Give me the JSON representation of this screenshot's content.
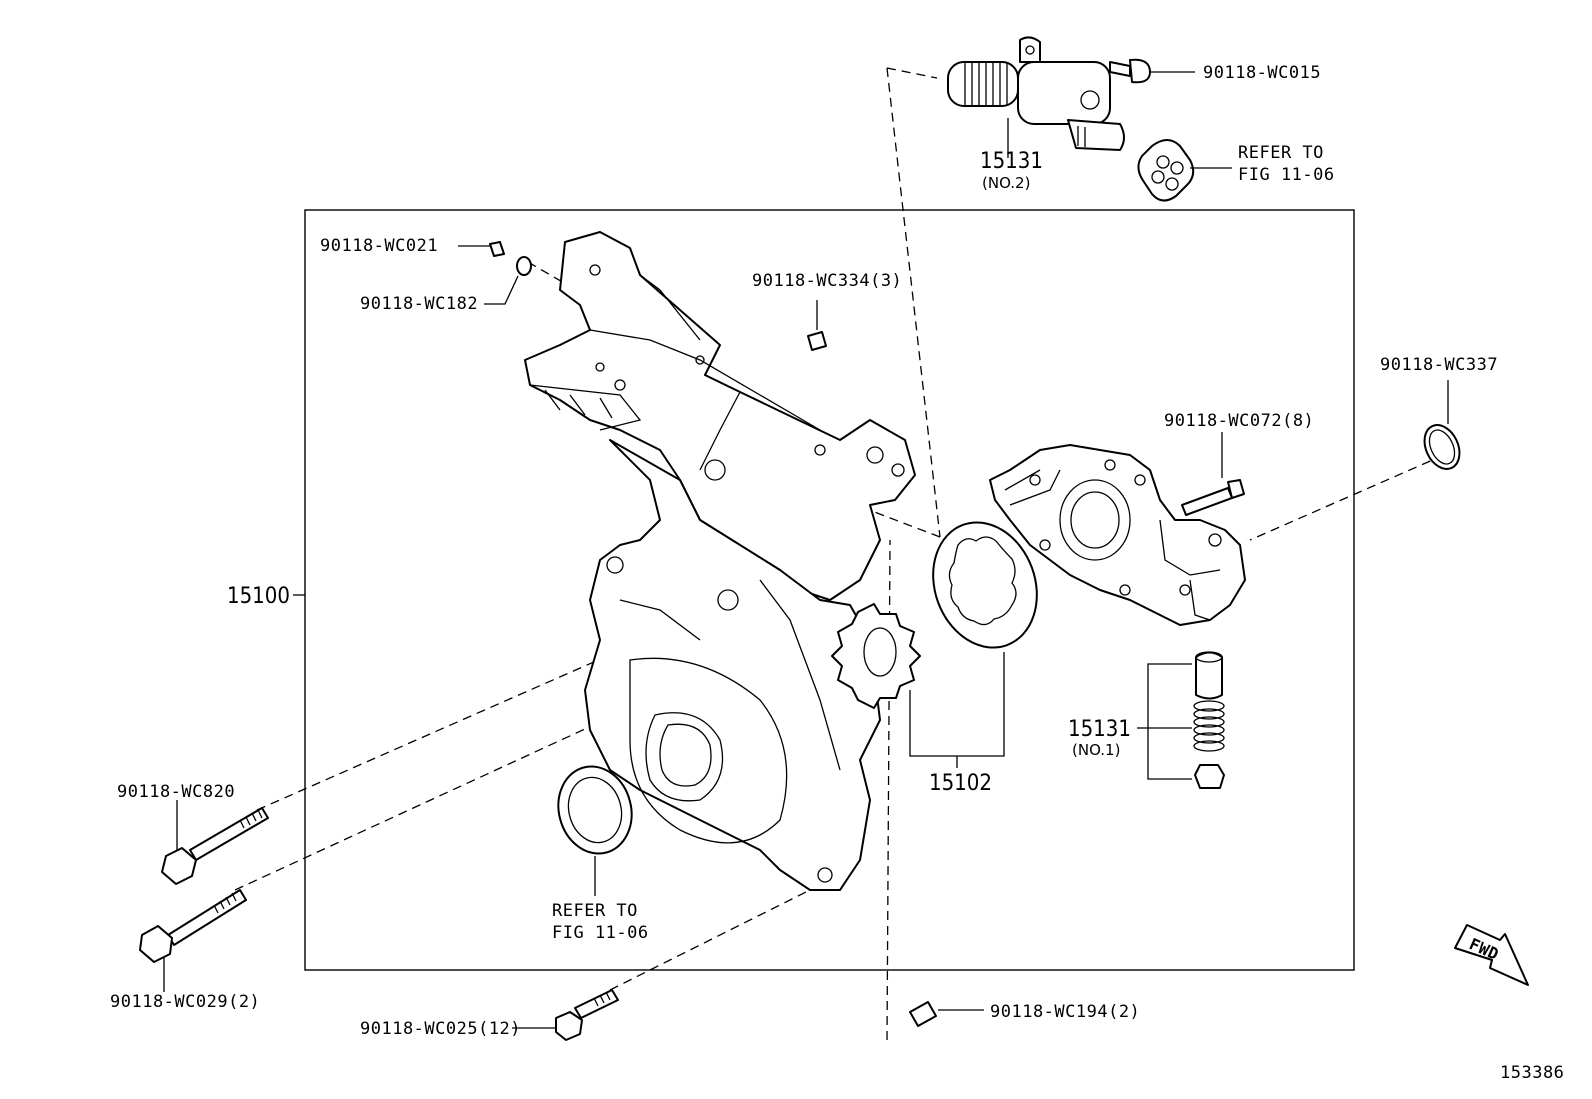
{
  "labels": {
    "bolt_wc015": "90118-WC015",
    "vvt_solenoid_no": "15131",
    "vvt_solenoid_sub": "(NO.2)",
    "refer_top_1": "REFER TO",
    "refer_top_2": "FIG 11-06",
    "bolt_wc021": "90118-WC021",
    "washer_wc182": "90118-WC182",
    "plug_wc334": "90118-WC334(3)",
    "oring_wc337": "90118-WC337",
    "bolt_wc072": "90118-WC072(8)",
    "cover_assy": "15100",
    "rotor_set": "15102",
    "relief_valve_no": "15131",
    "relief_valve_sub": "(NO.1)",
    "bolt_wc820": "90118-WC820",
    "refer_bottom_1": "REFER TO",
    "refer_bottom_2": "FIG 11-06",
    "bolt_wc029": "90118-WC029(2)",
    "bolt_wc025": "90118-WC025(12)",
    "pin_wc194": "90118-WC194(2)",
    "fwd": "FWD",
    "figure_id": "153386"
  }
}
